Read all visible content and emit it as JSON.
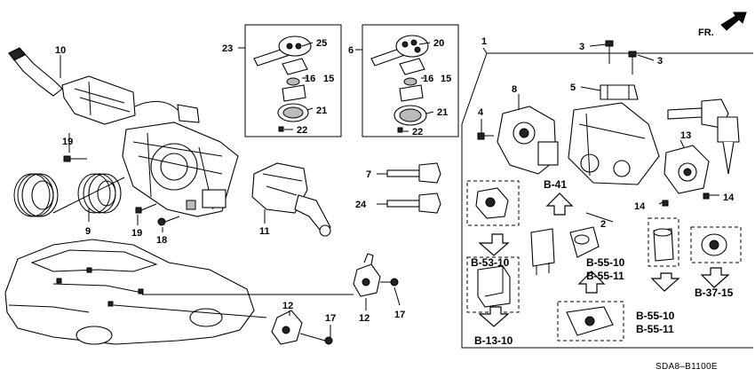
{
  "diagram_code": "SDA8–B1100E",
  "fr_label": "FR.",
  "callouts": {
    "c1": "1",
    "c2": "2",
    "c3a": "3",
    "c3b": "3",
    "c4": "4",
    "c5": "5",
    "c6": "6",
    "c7": "7",
    "c8": "8",
    "c9": "9",
    "c10": "10",
    "c11": "11",
    "c12a": "12",
    "c12b": "12",
    "c13": "13",
    "c14a": "14",
    "c14b": "14",
    "c15a": "15",
    "c15b": "15",
    "c16a": "16",
    "c16b": "16",
    "c17a": "17",
    "c17b": "17",
    "c18": "18",
    "c19a": "19",
    "c19b": "19",
    "c20": "20",
    "c21a": "21",
    "c21b": "21",
    "c22a": "22",
    "c22b": "22",
    "c23": "23",
    "c24": "24",
    "c25": "25"
  },
  "references": {
    "b41": "B-41",
    "b5310": "B-53-10",
    "b5510a": "B-55-10",
    "b5511a": "B-55-11",
    "b5510b": "B-55-10",
    "b5511b": "B-55-11",
    "b3715": "B-37-15",
    "b1310": "B-13-10"
  }
}
